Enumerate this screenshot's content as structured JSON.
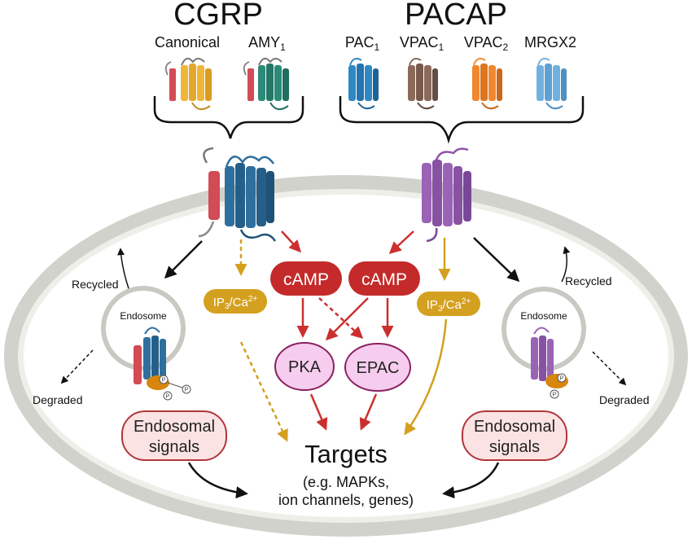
{
  "groups": [
    {
      "title": "CGRP",
      "receptors": [
        {
          "label": "Canonical",
          "sub": ""
        },
        {
          "label": "AMY",
          "sub": "1"
        }
      ]
    },
    {
      "title": "PACAP",
      "receptors": [
        {
          "label": "PAC",
          "sub": "1"
        },
        {
          "label": "VPAC",
          "sub": "1"
        },
        {
          "label": "VPAC",
          "sub": "2"
        },
        {
          "label": "MRGX2"
        }
      ]
    }
  ],
  "messengers": {
    "camp_left": "cAMP",
    "camp_right": "cAMP",
    "ip3_left": {
      "main": "IP",
      "sub": "3",
      "rest": "/Ca",
      "sup": "2+"
    },
    "ip3_right": {
      "main": "IP",
      "sub": "3",
      "rest": "/Ca",
      "sup": "2+"
    }
  },
  "effectors": {
    "pka": "PKA",
    "epac": "EPAC"
  },
  "trafficking": {
    "recycled_left": "Recycled",
    "recycled_right": "Recycled",
    "endosome_left": "Endosome",
    "endosome_right": "Endosome",
    "degraded_left": "Degraded",
    "degraded_right": "Degraded",
    "phospho": "P"
  },
  "endosomal_signals_left": [
    "Endosomal",
    "signals"
  ],
  "endosomal_signals_right": [
    "Endosomal",
    "signals"
  ],
  "targets": {
    "title": "Targets",
    "lines": [
      "(e.g. MAPKs,",
      "ion channels, genes)"
    ]
  },
  "colors": {
    "membrane_outer": "#d2d2cc",
    "membrane_inner": "#efefea",
    "camp_red": "#c42a2a",
    "arrow_red": "#cc2f2f",
    "ip3_gold": "#d4a01f",
    "oval_pink": "#f6cdee",
    "oval_border": "#8a2060",
    "signals_fill": "#fbe3e3",
    "signals_border": "#b0363c",
    "cgrp_blue": "#2f6f9e",
    "ramp_red": "#d24b55",
    "pacap_purple": "#9a63b5",
    "canonical_gold": "#efb63b",
    "amy_green": "#2c8a78",
    "pac1_blue": "#2f87c4",
    "vpac1_brown": "#8a6a5a",
    "vpac2_orange": "#ef8830",
    "mrgx2_lightblue": "#71b1e0",
    "kinase_orange": "#d7860e"
  }
}
